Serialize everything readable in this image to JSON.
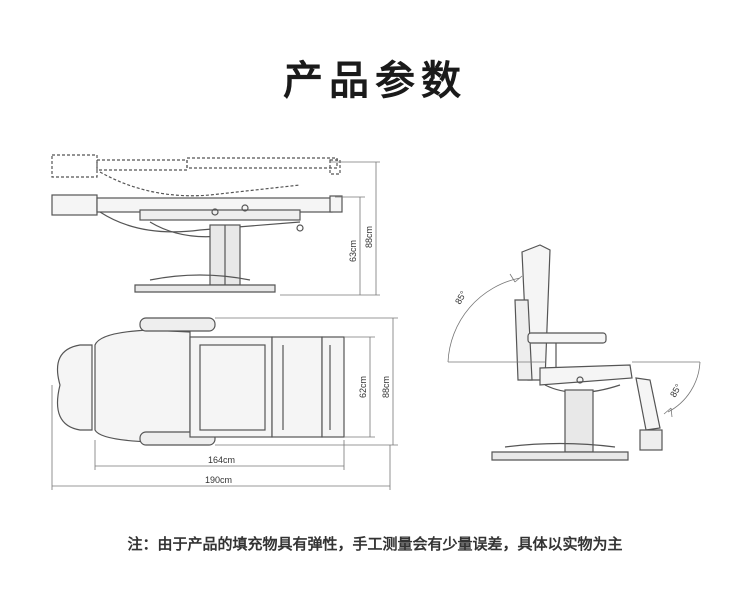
{
  "title": "产品参数",
  "note": "注：由于产品的填充物具有弹性，手工测量会有少量误差，具体以实物为主",
  "dimensions": {
    "seat_height": "63cm",
    "total_height": "88cm",
    "top_width": "62cm",
    "top_total_width": "88cm",
    "inner_length": "164cm",
    "total_length": "190cm",
    "back_angle": "85°",
    "leg_angle": "85°"
  },
  "colors": {
    "stroke": "#555555",
    "fill_light": "#f2f2f2",
    "dim": "#777777"
  }
}
